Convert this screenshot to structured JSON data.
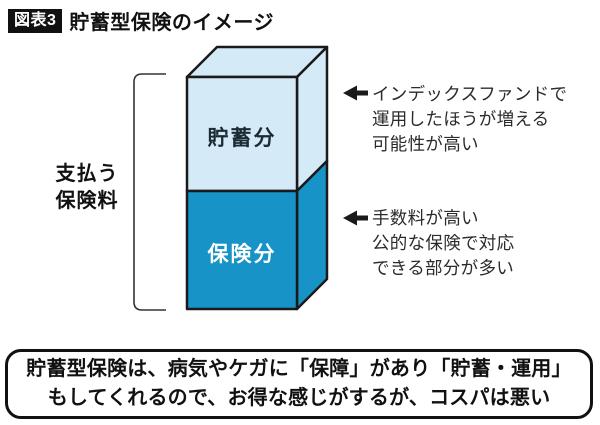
{
  "header": {
    "badge": "図表3",
    "title": "貯蓄型保険のイメージ"
  },
  "diagram": {
    "bracket_label": {
      "line1": "支払う",
      "line2": "保険料"
    },
    "box": {
      "top_label": "貯蓄分",
      "bottom_label": "保険分",
      "light_color": "#d4eaf7",
      "dark_color": "#1793c7",
      "outline_color": "#1a1a1a"
    },
    "annotations": [
      {
        "arrow": "left-arrow",
        "lines": [
          "インデックスファンドで",
          "運用したほうが増える",
          "可能性が高い"
        ]
      },
      {
        "arrow": "left-arrow",
        "lines": [
          "手数料が高い",
          "公的な保険で対応",
          "できる部分が多い"
        ]
      }
    ]
  },
  "footer": {
    "line1": "貯蓄型保険は、病気やケガに「保障」があり「貯蓄・運用」",
    "line2": "もしてくれるので、お得な感じがするが、コスパは悪い"
  }
}
